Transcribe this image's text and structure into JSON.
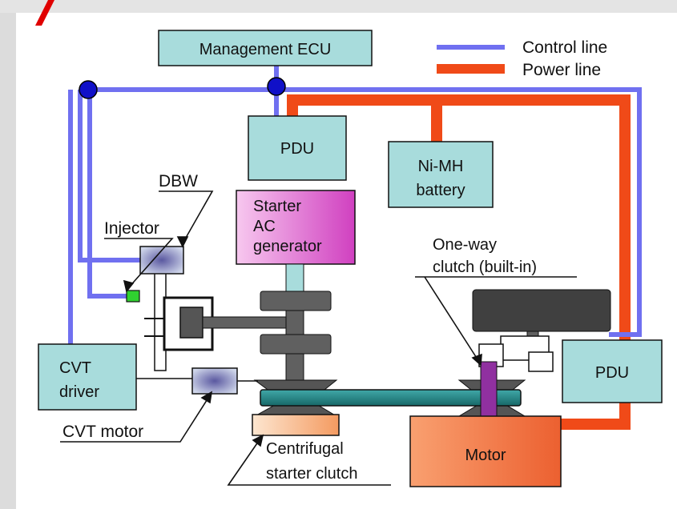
{
  "legend": {
    "control_line": "Control line",
    "power_line": "Power line"
  },
  "components": {
    "management_ecu": "Management ECU",
    "pdu_top": "PDU",
    "battery_line1": "Ni-MH",
    "battery_line2": "battery",
    "starter_line1": "Starter",
    "starter_line2": "AC",
    "starter_line3": "generator",
    "cvt_driver_line1": "CVT",
    "cvt_driver_line2": "driver",
    "pdu_right": "PDU",
    "motor": "Motor"
  },
  "callouts": {
    "dbw": "DBW",
    "injector": "Injector",
    "one_way_line1": "One-way",
    "one_way_line2": "clutch (built-in)",
    "cvt_motor": "CVT motor",
    "centrifugal_line1": "Centrifugal",
    "centrifugal_line2": "starter clutch"
  },
  "colors": {
    "control_line": "#7070f0",
    "power_line": "#f04a18",
    "node": "#1010c8",
    "box_fill": "#a8dcdc",
    "starter_fill": "#e060d0",
    "motor_fill": "#f07040",
    "belt": "#208080",
    "gear": "#606060",
    "flywheel": "#404040",
    "one_way_clutch": "#9030a0",
    "injector": "#30d030",
    "clutch_fill": "#f8b080"
  }
}
